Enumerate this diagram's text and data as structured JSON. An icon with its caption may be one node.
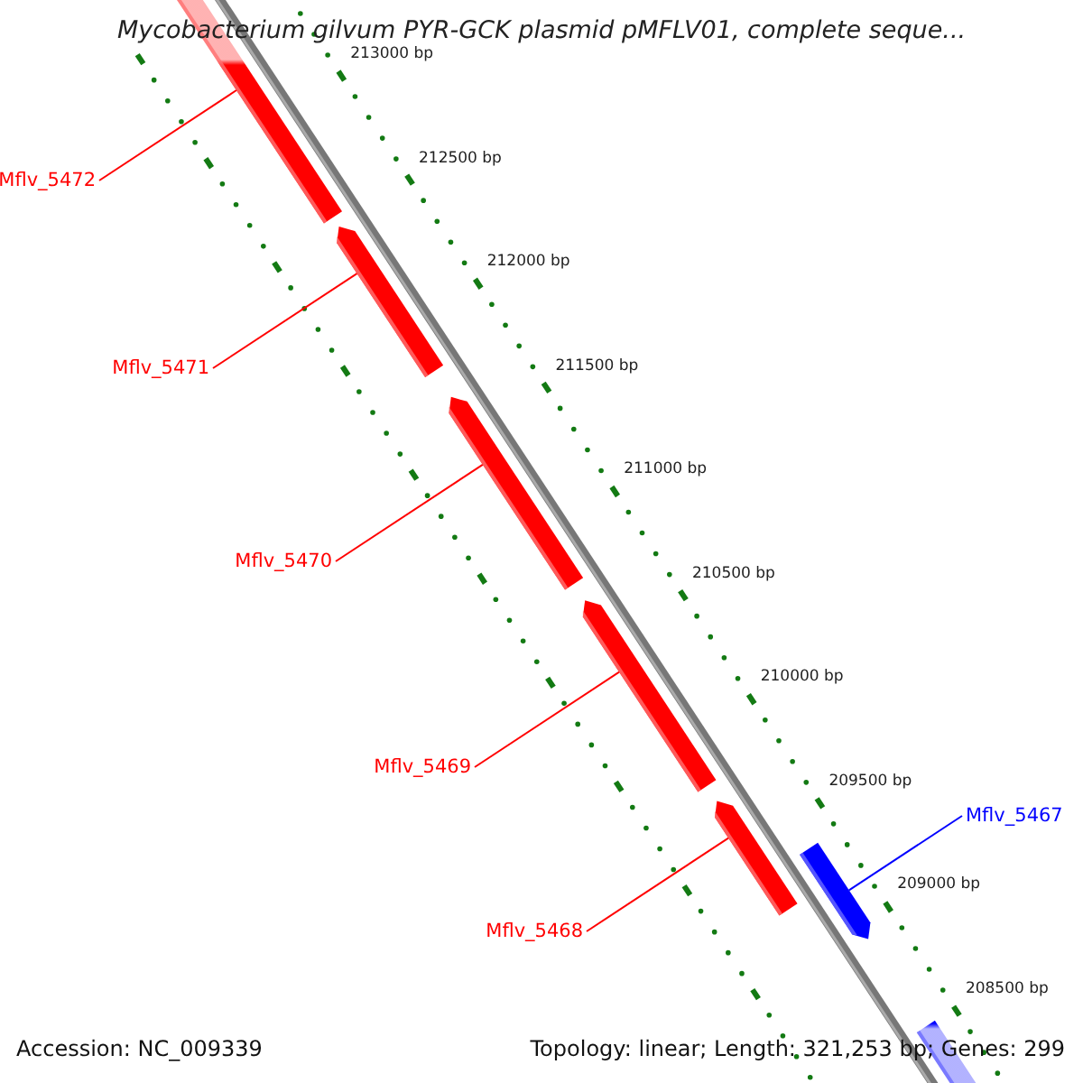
{
  "diagram": {
    "title": "Mycobacterium gilvum PYR-GCK plasmid pMFLV01, complete seque...",
    "nodes": [
      {
        "text": [
          "Mflv_5472"
        ]
      },
      {
        "text": [
          "Mflv_5471"
        ]
      },
      {
        "text": [
          "Mflv_5470"
        ]
      },
      {
        "text": [
          "Mflv_5469"
        ]
      },
      {
        "text": [
          "Mflv_5468"
        ]
      },
      {
        "text": [
          "Mflv_5467"
        ]
      },
      {
        "text": [],
        "shape": "bar"
      },
      {
        "text": [],
        "shape": "bar"
      },
      {
        "text": [],
        "shape": "bar"
      },
      {
        "text": [],
        "shape": "bar"
      },
      {
        "text": [],
        "shape": "bar"
      },
      {
        "text": [],
        "shape": "bar"
      },
      {
        "text": [],
        "shape": "bar"
      }
    ],
    "edges": [
      {
        "from": 0,
        "to": 6,
        "arrow": "none"
      },
      {
        "from": 1,
        "to": 7,
        "arrow": "none"
      },
      {
        "from": 2,
        "to": 8,
        "arrow": "none"
      },
      {
        "from": 3,
        "to": 9,
        "arrow": "none"
      },
      {
        "from": 4,
        "to": 10,
        "arrow": "none"
      },
      {
        "from": 5,
        "to": 11,
        "arrow": "none",
        "color": "#0000ff"
      }
    ],
    "labels": [
      "213000 bp",
      "212500 bp",
      "212000 bp",
      "211500 bp",
      "211000 bp",
      "210500 bp",
      "210000 bp",
      "209500 bp",
      "209000 bp",
      "208500 bp",
      "Accession: NC_009339",
      "Topology: linear; Length: 321,253 bp; Genes: 299"
    ]
  }
}
